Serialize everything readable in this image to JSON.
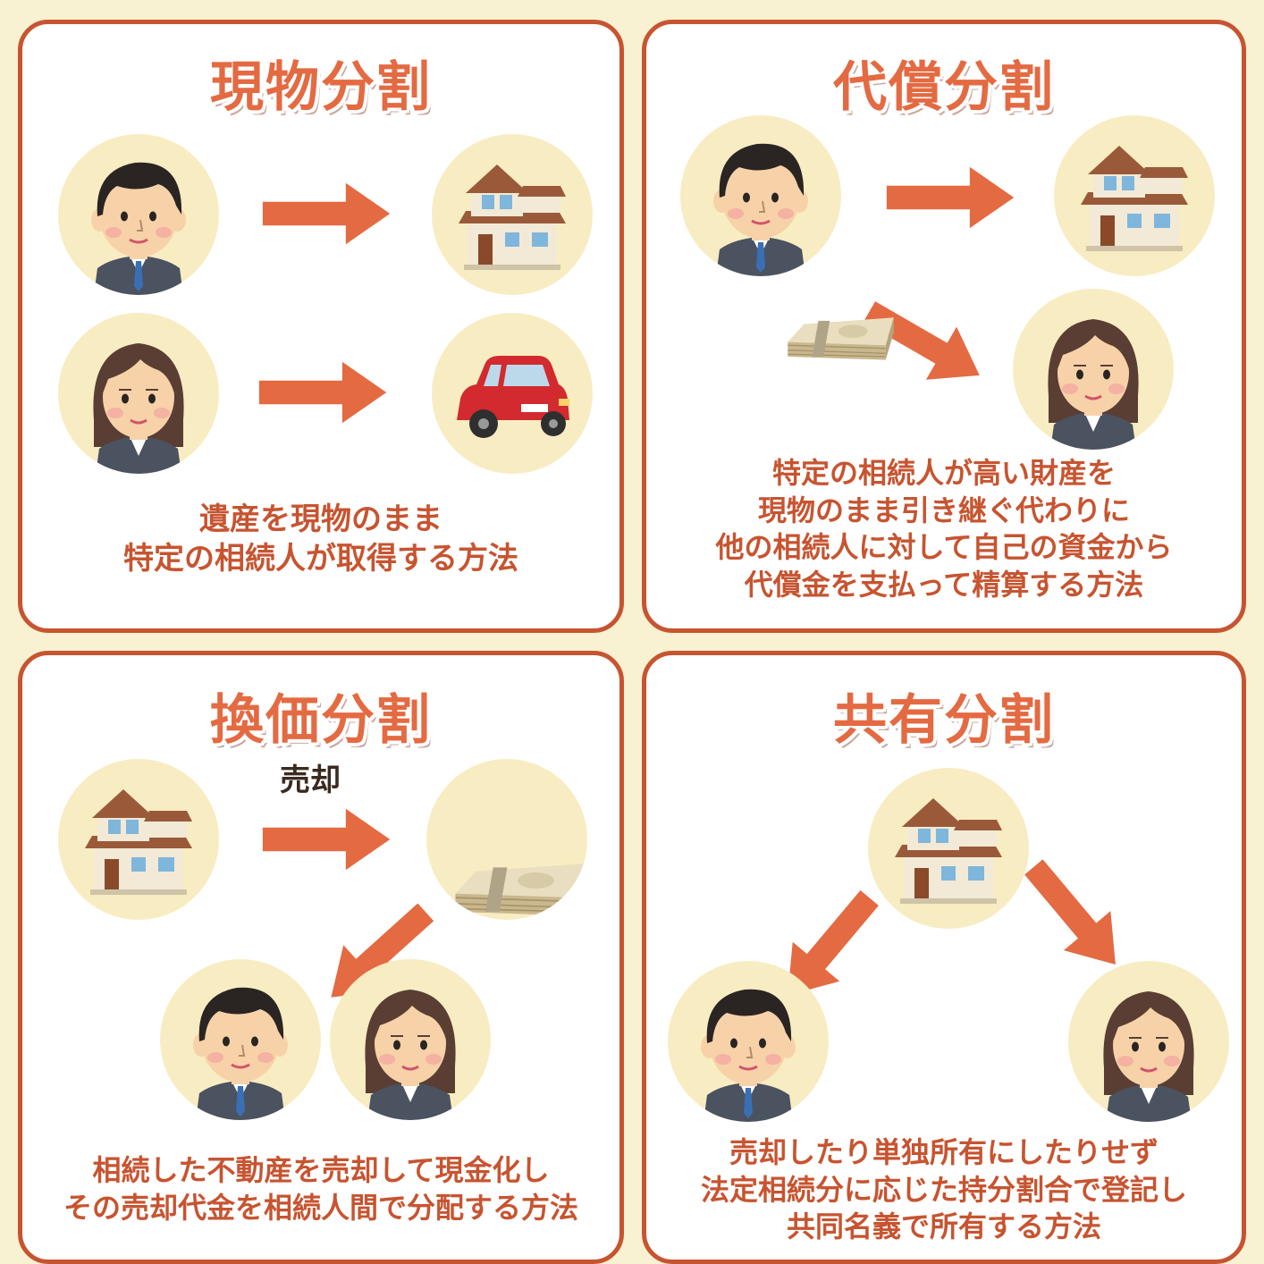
{
  "panels": [
    {
      "title": "現物分割",
      "desc": [
        "遺産を現物のまま",
        "特定の相続人が取得する方法"
      ]
    },
    {
      "title": "代償分割",
      "desc": [
        "特定の相続人が高い財産を",
        "現物のまま引き継ぐ代わりに",
        "他の相続人に対して自己の資金から",
        "代償金を支払って精算する方法"
      ]
    },
    {
      "title": "換価分割",
      "label": "売却",
      "desc": [
        "相続した不動産を売却して現金化し",
        "その売却代金を相続人間で分配する方法"
      ]
    },
    {
      "title": "共有分割",
      "desc": [
        "売却したり単独所有にしたりせず",
        "法定相続分に応じた持分割合で登記し",
        "共同名義で所有する方法"
      ]
    }
  ],
  "icons": {
    "man": "man-icon",
    "woman": "woman-icon",
    "house": "house-icon",
    "car": "car-icon",
    "money": "money-stack-icon",
    "arrow": "arrow-icon"
  },
  "colors": {
    "accent": "#e46a42",
    "border": "#c75430",
    "background": "#f8f1d2",
    "circle": "#f8ecc2"
  }
}
